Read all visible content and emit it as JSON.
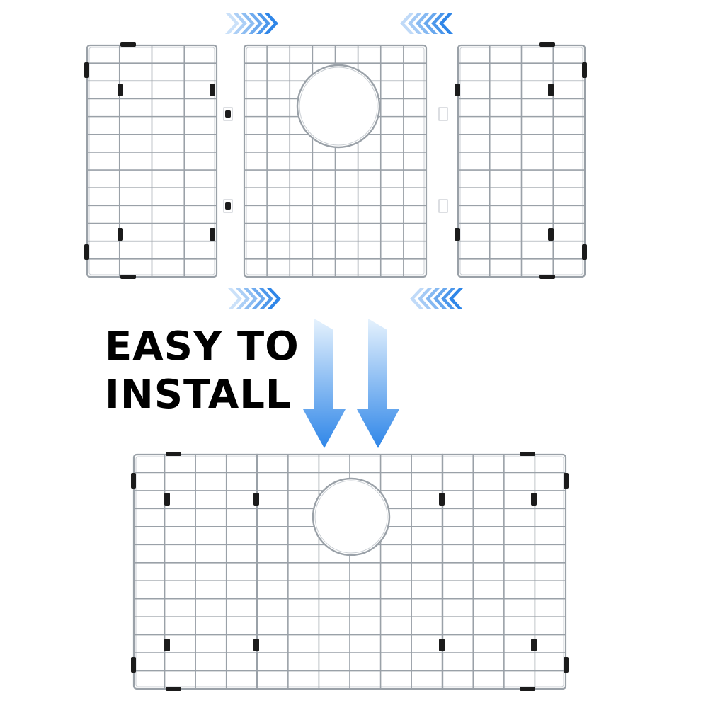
{
  "headline": {
    "line1": "EASY TO",
    "line2": "INSTALL"
  },
  "colors": {
    "background": "#ffffff",
    "text": "#000000",
    "arrow_blue": "#2f86e8",
    "arrow_light": "#cfe6fb",
    "wire": "#9aa1a8",
    "wire_light": "#c9ced3",
    "clip": "#1b1b1b"
  },
  "icons": {
    "separated_grids": "sink-grid-3-piece",
    "assembled_grid": "sink-grid-assembled",
    "push_arrows": "chevron-arrows-icon",
    "down_arrows": "down-arrow-icon"
  }
}
